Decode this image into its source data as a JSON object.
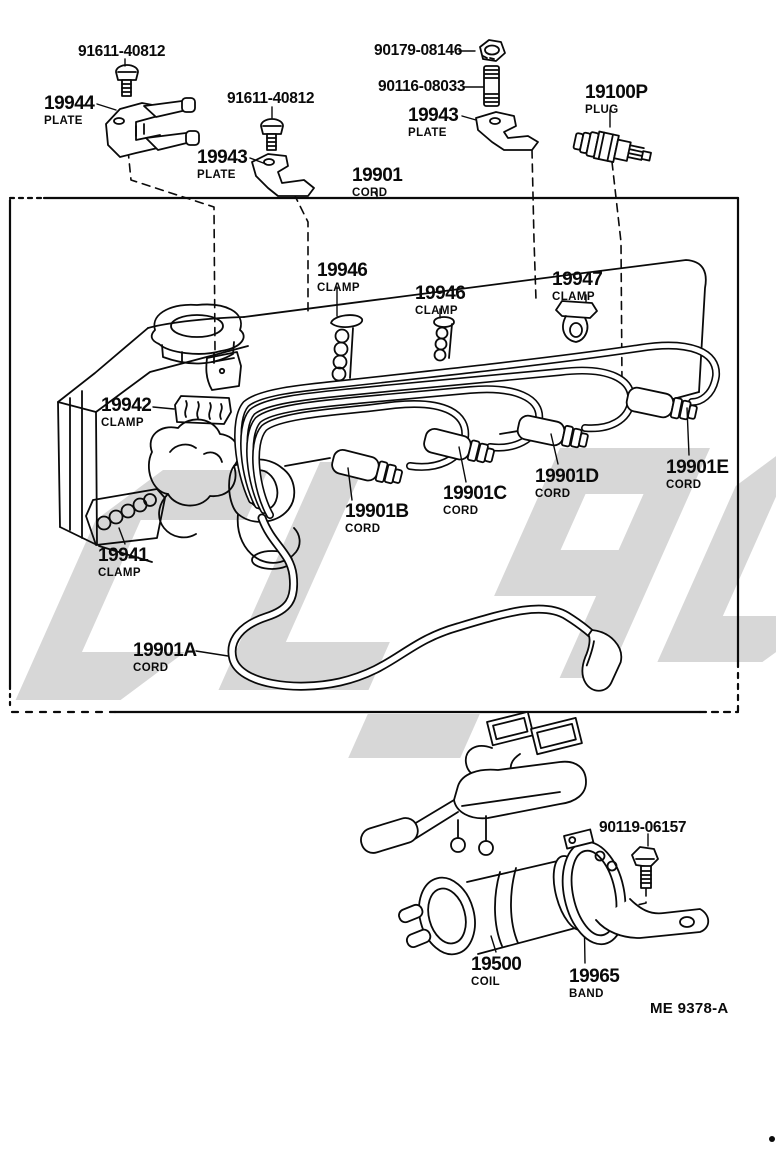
{
  "watermark_color": "#d7d7d7",
  "doc_code": "ME 9378-A",
  "parts": {
    "bolt_top_left": {
      "num": "91611-40812",
      "sub": ""
    },
    "plate_19944": {
      "num": "19944",
      "sub": "PLATE"
    },
    "bolt_top_left2": {
      "num": "91611-40812",
      "sub": ""
    },
    "plate_19943_left": {
      "num": "19943",
      "sub": "PLATE"
    },
    "nut_90179": {
      "num": "90179-08146",
      "sub": ""
    },
    "stud_90116": {
      "num": "90116-08033",
      "sub": ""
    },
    "plate_19943_right": {
      "num": "19943",
      "sub": "PLATE"
    },
    "plug_19100p": {
      "num": "19100P",
      "sub": "PLUG"
    },
    "cord_19901": {
      "num": "19901",
      "sub": "CORD"
    },
    "clamp_19946_left": {
      "num": "19946",
      "sub": "CLAMP"
    },
    "clamp_19946_mid": {
      "num": "19946",
      "sub": "CLAMP"
    },
    "clamp_19947": {
      "num": "19947",
      "sub": "CLAMP"
    },
    "clamp_19942": {
      "num": "19942",
      "sub": "CLAMP"
    },
    "clamp_19941": {
      "num": "19941",
      "sub": "CLAMP"
    },
    "cord_19901b": {
      "num": "19901B",
      "sub": "CORD"
    },
    "cord_19901c": {
      "num": "19901C",
      "sub": "CORD"
    },
    "cord_19901d": {
      "num": "19901D",
      "sub": "CORD"
    },
    "cord_19901e": {
      "num": "19901E",
      "sub": "CORD"
    },
    "cord_19901a": {
      "num": "19901A",
      "sub": "CORD"
    },
    "bolt_90119": {
      "num": "90119-06157",
      "sub": ""
    },
    "coil_19500": {
      "num": "19500",
      "sub": "COIL"
    },
    "band_19965": {
      "num": "19965",
      "sub": "BAND"
    }
  }
}
